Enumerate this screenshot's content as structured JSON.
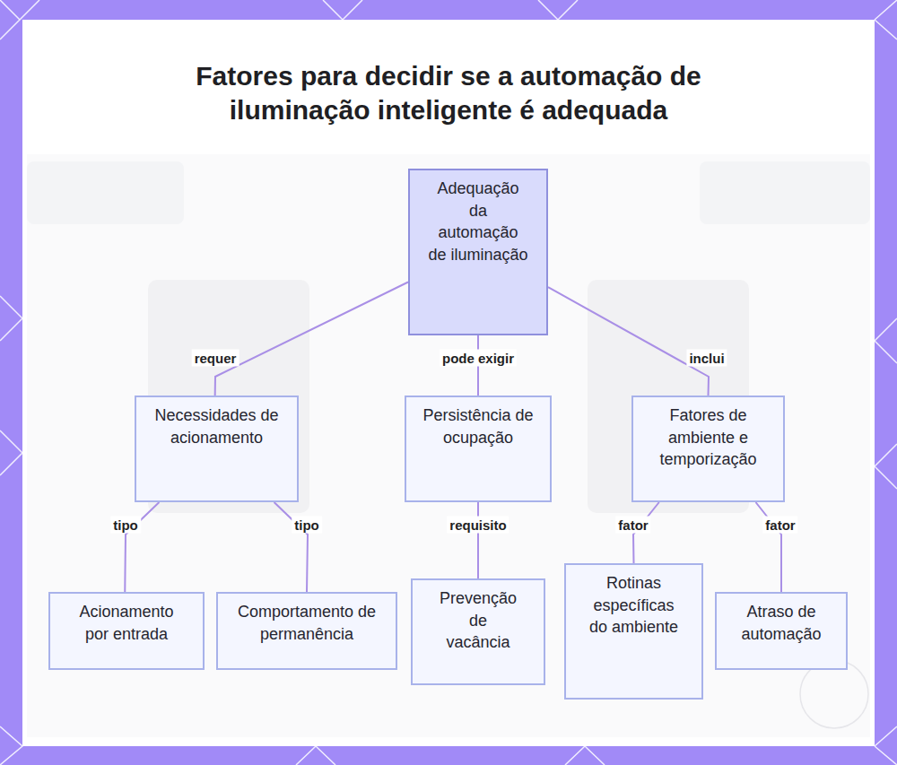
{
  "diagram": {
    "title": "Fatores para decidir se a automação de iluminação inteligente é adequada",
    "nodes": [
      {
        "text": [
          "Adequação da automação de iluminação"
        ]
      },
      {
        "text": [
          "Necessidades de acionamento"
        ]
      },
      {
        "text": [
          "Persistência de ocupação"
        ]
      },
      {
        "text": [
          "Fatores de ambiente e temporização"
        ]
      },
      {
        "text": [
          "Acionamento por entrada"
        ]
      },
      {
        "text": [
          "Comportamento de permanência"
        ]
      },
      {
        "text": [
          "Prevenção de vacância"
        ]
      },
      {
        "text": [
          "Rotinas específicas do ambiente"
        ]
      },
      {
        "text": [
          "Atraso de automação"
        ]
      }
    ],
    "edges": [
      {
        "from": 0,
        "to": 1,
        "label": "requer",
        "arrow": "none"
      },
      {
        "from": 0,
        "to": 2,
        "label": "pode exigir",
        "arrow": "none"
      },
      {
        "from": 0,
        "to": 3,
        "label": "inclui",
        "arrow": "none"
      },
      {
        "from": 1,
        "to": 4,
        "label": "tipo",
        "arrow": "none"
      },
      {
        "from": 1,
        "to": 5,
        "label": "tipo",
        "arrow": "none"
      },
      {
        "from": 2,
        "to": 6,
        "label": "requisito",
        "arrow": "none"
      },
      {
        "from": 3,
        "to": 7,
        "label": "fator",
        "arrow": "none"
      },
      {
        "from": 3,
        "to": 8,
        "label": "fator",
        "arrow": "none"
      }
    ]
  }
}
